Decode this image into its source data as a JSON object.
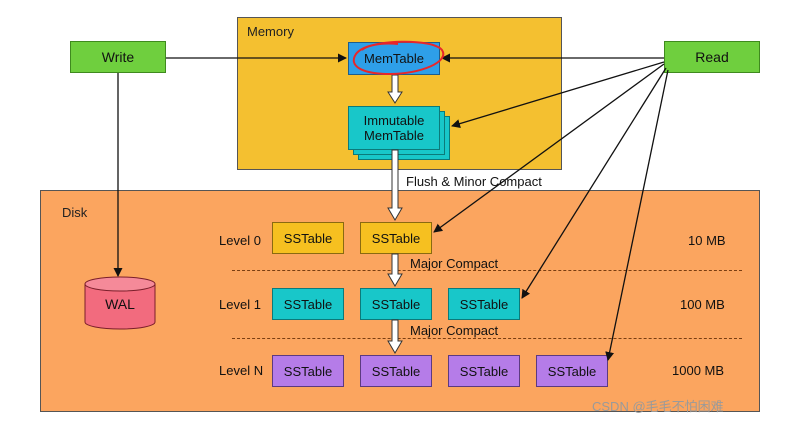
{
  "regions": {
    "memory_label": "Memory",
    "disk_label": "Disk"
  },
  "nodes": {
    "write": "Write",
    "read": "Read",
    "memtable": "MemTable",
    "immutable_line1": "Immutable",
    "immutable_line2": "MemTable",
    "wal": "WAL"
  },
  "flows": {
    "flush": "Flush & Minor Compact",
    "major_1": "Major Compact",
    "major_2": "Major Compact"
  },
  "levels": [
    {
      "label": "Level 0",
      "size": "10 MB",
      "sstables": [
        "SSTable",
        "SSTable"
      ]
    },
    {
      "label": "Level 1",
      "size": "100 MB",
      "sstables": [
        "SSTable",
        "SSTable",
        "SSTable"
      ]
    },
    {
      "label": "Level N",
      "size": "1000 MB",
      "sstables": [
        "SSTable",
        "SSTable",
        "SSTable",
        "SSTable"
      ]
    }
  ],
  "colors": {
    "memory_bg": "#f4c030",
    "disk_bg": "#fba55f",
    "green": "#6fcf3e",
    "memtable": "#2e9fe8",
    "cyan": "#18c7c9",
    "yellow": "#f6c020",
    "purple": "#b57ce8",
    "wal": "#f26b7e",
    "highlight_circle": "#e8262a"
  },
  "watermark": "CSDN @毛毛不怕困难"
}
